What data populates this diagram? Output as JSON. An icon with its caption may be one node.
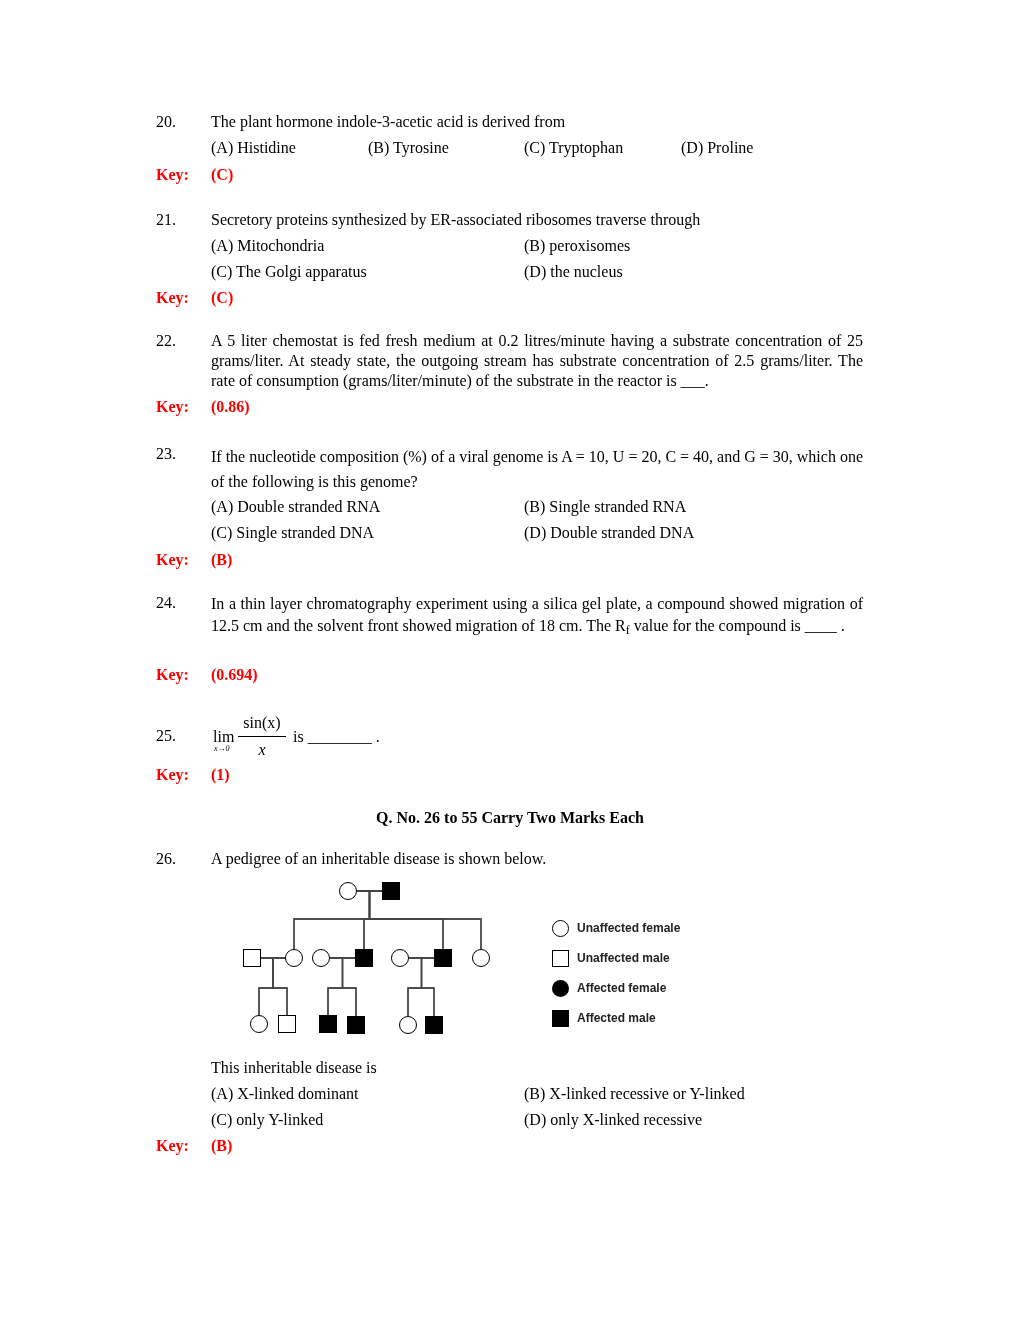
{
  "diagram": {
    "nodes": [
      {
        "text": [],
        "shape": "circle"
      },
      {
        "text": [],
        "shape": "filled-box"
      },
      {
        "text": [],
        "shape": "box"
      },
      {
        "text": [],
        "shape": "circle"
      },
      {
        "text": [],
        "shape": "circle"
      },
      {
        "text": [],
        "shape": "filled-box"
      },
      {
        "text": [],
        "shape": "circle"
      },
      {
        "text": [],
        "shape": "filled-box"
      },
      {
        "text": [],
        "shape": "circle"
      },
      {
        "text": [],
        "shape": "circle"
      },
      {
        "text": [],
        "shape": "box"
      },
      {
        "text": [],
        "shape": "filled-box"
      },
      {
        "text": [],
        "shape": "filled-box"
      },
      {
        "text": [],
        "shape": "circle"
      },
      {
        "text": [],
        "shape": "filled-box"
      }
    ],
    "edges": [
      {
        "from": 0,
        "to": 1,
        "arrow": "none"
      },
      {
        "from": 0,
        "to": 3,
        "arrow": "none"
      },
      {
        "from": 1,
        "to": 3,
        "arrow": "none"
      },
      {
        "from": 0,
        "to": 5,
        "arrow": "none"
      },
      {
        "from": 1,
        "to": 5,
        "arrow": "none"
      },
      {
        "from": 0,
        "to": 7,
        "arrow": "none"
      },
      {
        "from": 1,
        "to": 7,
        "arrow": "none"
      },
      {
        "from": 0,
        "to": 8,
        "arrow": "none"
      },
      {
        "from": 1,
        "to": 8,
        "arrow": "none"
      },
      {
        "from": 2,
        "to": 3,
        "arrow": "none"
      },
      {
        "from": 2,
        "to": 9,
        "arrow": "none"
      },
      {
        "from": 3,
        "to": 9,
        "arrow": "none"
      },
      {
        "from": 2,
        "to": 10,
        "arrow": "none"
      },
      {
        "from": 3,
        "to": 10,
        "arrow": "none"
      },
      {
        "from": 4,
        "to": 5,
        "arrow": "none"
      },
      {
        "from": 4,
        "to": 11,
        "arrow": "none"
      },
      {
        "from": 5,
        "to": 11,
        "arrow": "none"
      },
      {
        "from": 4,
        "to": 12,
        "arrow": "none"
      },
      {
        "from": 5,
        "to": 12,
        "arrow": "none"
      },
      {
        "from": 6,
        "to": 7,
        "arrow": "none"
      },
      {
        "from": 6,
        "to": 13,
        "arrow": "none"
      },
      {
        "from": 7,
        "to": 13,
        "arrow": "none"
      },
      {
        "from": 6,
        "to": 14,
        "arrow": "none"
      },
      {
        "from": 7,
        "to": 14,
        "arrow": "none"
      }
    ],
    "labels": [
      "20.",
      "The plant hormone indole-3-acetic acid is derived from",
      "(A) Histidine",
      "(B) Tyrosine",
      "(C) Tryptophan",
      "(D) Proline",
      "Key:",
      "(C)",
      "21.",
      "Secretory proteins synthesized by ER-associated ribosomes traverse through",
      "(A) Mitochondria",
      "(B) peroxisomes",
      "(C) The Golgi apparatus",
      "(D) the nucleus",
      "Key:",
      "(C)",
      "22.",
      "A 5 liter chemostat is fed fresh medium at 0.2 litres/minute having a substrate concentration of 25 grams/liter. At steady state, the outgoing stream has substrate concentration of 2.5 grams/liter. The rate of consumption (grams/liter/minute) of the substrate in the reactor is ___.",
      "Key:",
      "(0.86)",
      "23.",
      "If the nucleotide composition (%) of a viral genome is A = 10, U = 20, C = 40, and G = 30, which one of the following is this genome?",
      "(A) Double stranded RNA",
      "(B) Single stranded RNA",
      "(C) Single stranded DNA",
      "(D) Double stranded DNA",
      "Key:",
      "(B)",
      "24.",
      "In a thin layer chromatography experiment using a silica gel plate, a compound showed migration of 12.5 cm and the solvent front showed migration of 18 cm. The R$_{f}$ value for the compound is ____ .",
      "Key:",
      "(0.694)",
      "25.",
      "lim",
      "x→0",
      "sin(x)",
      "x",
      "is ________ .",
      "Key:",
      "(1)",
      "Q. No. 26 to 55 Carry Two Marks Each",
      "26.",
      "A pedigree of an inheritable disease is shown below.",
      "This inheritable disease is",
      "(A) X-linked dominant",
      "(B) X-linked recessive or Y-linked",
      "(C) only Y-linked",
      "(D) only X-linked recessive",
      "Key:",
      "(B)"
    ],
    "legend": [
      {
        "text": "Unaffected female"
      },
      {
        "text": "Unaffected male"
      },
      {
        "text": "Affected female"
      },
      {
        "text": "Affected male"
      }
    ]
  }
}
